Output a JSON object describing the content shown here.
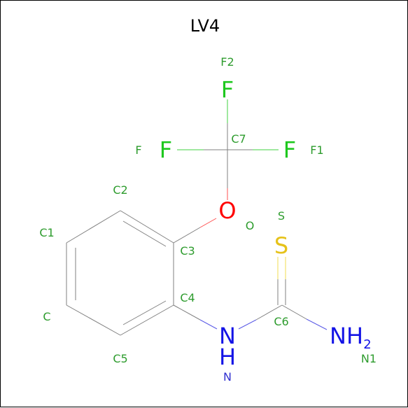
{
  "title": "LV4",
  "colors": {
    "bond": "#808080",
    "carbon_label": "#2e9c2e",
    "fluorine": "#1ec81e",
    "oxygen": "#ff0000",
    "sulfur": "#e6c21a",
    "nitrogen": "#1414e6",
    "hydrogen_count": "#1414e6",
    "atom_name": "#2e9c2e",
    "nitrogen_name": "#3030d0"
  },
  "atoms": {
    "f2": {
      "symbol": "F",
      "name": "F2"
    },
    "f": {
      "symbol": "F",
      "name": "F"
    },
    "f1": {
      "symbol": "F",
      "name": "F1"
    },
    "c7": {
      "name": "C7"
    },
    "o": {
      "symbol": "O",
      "name": "O"
    },
    "s": {
      "symbol": "S",
      "name": "S"
    },
    "c2": {
      "name": "C2"
    },
    "c1": {
      "name": "C1"
    },
    "c3": {
      "name": "C3"
    },
    "c": {
      "name": "C"
    },
    "c4": {
      "name": "C4"
    },
    "c5": {
      "name": "C5"
    },
    "c6": {
      "name": "C6"
    },
    "n": {
      "symbol": "N",
      "h_symbol": "H",
      "name": "N"
    },
    "n1": {
      "symbol": "NH",
      "subscript": "2",
      "name": "N1"
    }
  }
}
